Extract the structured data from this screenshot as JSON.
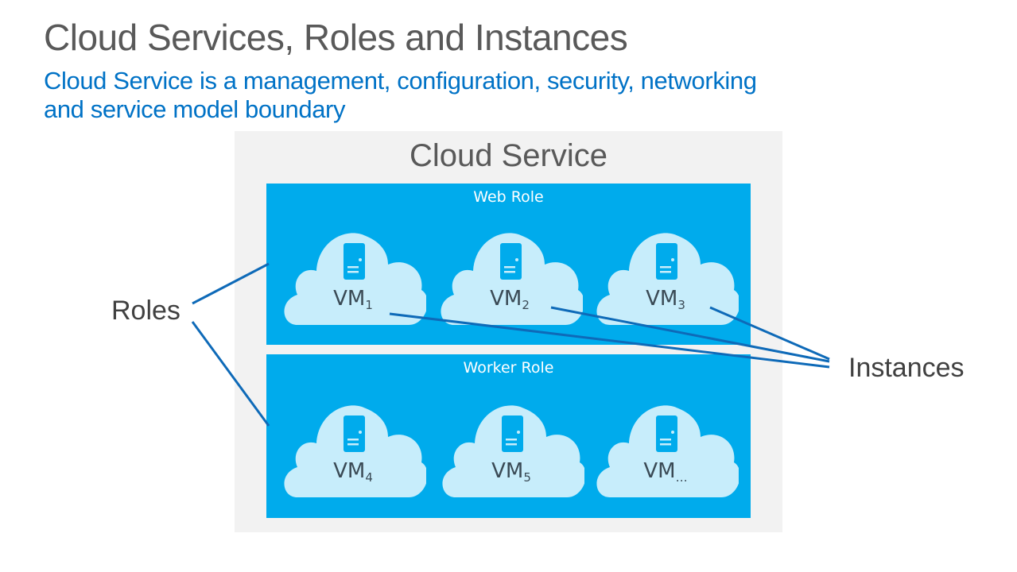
{
  "title": "Cloud Services, Roles and Instances",
  "subtitle": "Cloud Service is a management, configuration, security, networking and service model boundary",
  "cloud_service": {
    "label": "Cloud Service"
  },
  "roles": [
    {
      "name": "Web Role",
      "vms": [
        {
          "base": "VM",
          "sub": "1"
        },
        {
          "base": "VM",
          "sub": "2"
        },
        {
          "base": "VM",
          "sub": "3"
        }
      ]
    },
    {
      "name": "Worker Role",
      "vms": [
        {
          "base": "VM",
          "sub": "4"
        },
        {
          "base": "VM",
          "sub": "5"
        },
        {
          "base": "VM",
          "sub": "…"
        }
      ]
    }
  ],
  "callouts": {
    "roles": "Roles",
    "instances": "Instances"
  },
  "colors": {
    "title": "#595959",
    "subtitle": "#0072c6",
    "role_fill": "#00abec",
    "cloud_fill": "#c7edfb",
    "server_icon": "#00abec",
    "connector": "#0e6ab8",
    "service_bg": "#f2f2f2"
  }
}
